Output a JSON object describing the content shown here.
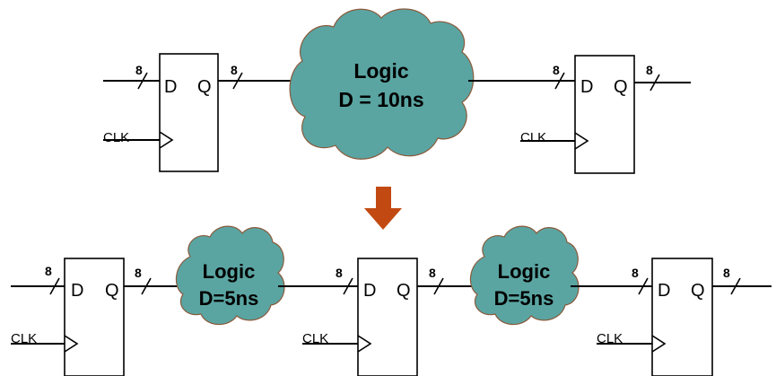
{
  "colors": {
    "cloud_fill": "#5aa5a2",
    "cloud_stroke": "#8a5a3c",
    "arrow": "#c24a12",
    "wire": "#000000"
  },
  "labels": {
    "d": "D",
    "q": "Q",
    "clk": "CLK",
    "bus_width": "8"
  },
  "top": {
    "logic_line1": "Logic",
    "logic_line2": "D = 10ns"
  },
  "bottom": {
    "logic1_line1": "Logic",
    "logic1_line2": "D=5ns",
    "logic2_line1": "Logic",
    "logic2_line2": "D=5ns"
  },
  "transition_icon": "down-arrow-icon"
}
